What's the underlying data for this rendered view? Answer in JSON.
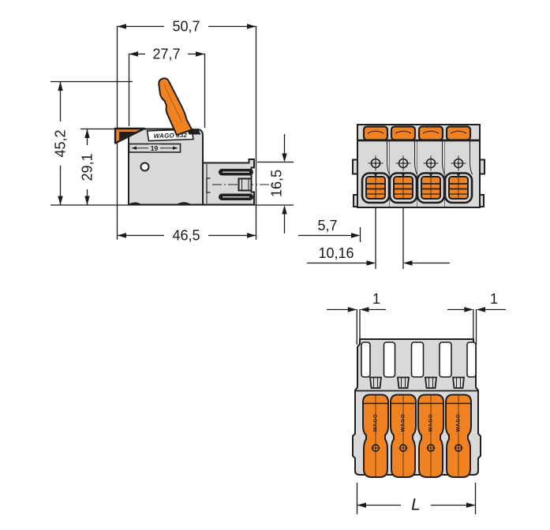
{
  "drawing": {
    "background": "#ffffff",
    "colors": {
      "orange": "#f08222",
      "housing_gray": "#d9d9d9",
      "outline": "#1f1f1f",
      "dimension": "#1a1a1a",
      "white": "#ffffff"
    },
    "side_view": {
      "dims": {
        "total_width": "50,7",
        "lever_width": "27,7",
        "total_height": "45,2",
        "housing_height": "29,1",
        "housing_width": "46,5",
        "plug_height": "16,5"
      },
      "strip_gauge_length": "19",
      "logo": "WAGO 832"
    },
    "front_view": {
      "dims": {
        "edge_to_first_pole": "5,7",
        "pole_pitch": "10,16"
      },
      "pole_count": 4
    },
    "bottom_view": {
      "dims": {
        "gap_left": "1",
        "gap_right": "1",
        "total_length": "L"
      },
      "lever_logo": "WAGO",
      "pole_count": 4
    }
  }
}
